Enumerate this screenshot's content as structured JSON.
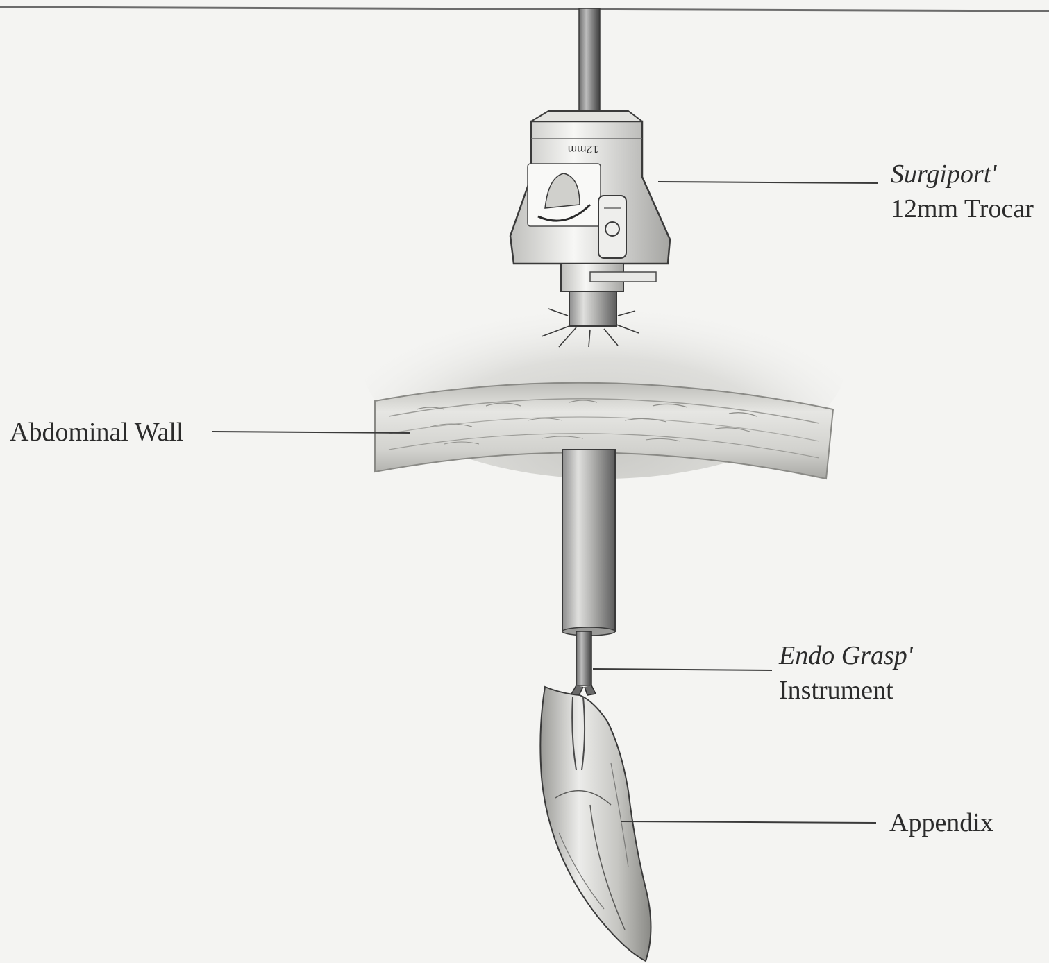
{
  "labels": {
    "trocar": {
      "line1": "Surgiport'",
      "line2": "12mm Trocar"
    },
    "grasp": {
      "line1": "Endo Grasp'",
      "line2": "Instrument"
    },
    "abdominal_wall": "Abdominal Wall",
    "appendix": "Appendix"
  },
  "trocar_marking": "12mm",
  "colors": {
    "background": "#f4f4f2",
    "ink": "#2b2b2b",
    "shaft": "#4a4a4a",
    "tissue": "#d8d8d4"
  }
}
